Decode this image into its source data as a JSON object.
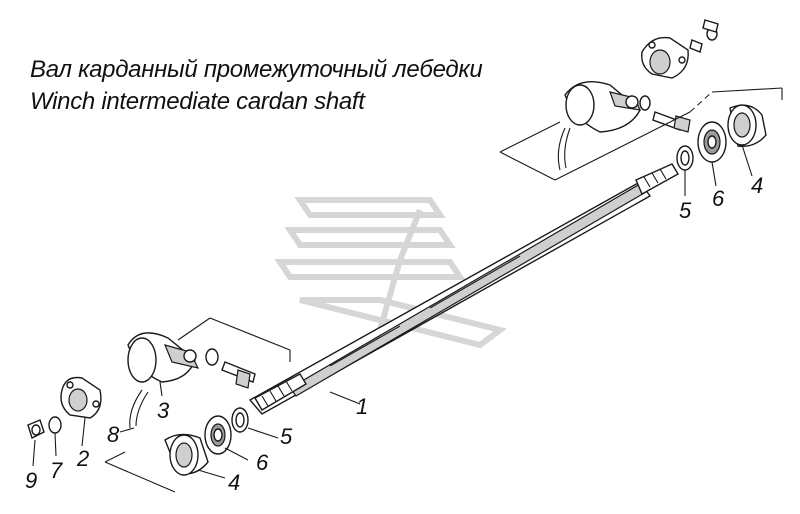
{
  "title": {
    "line_ru": "Вал карданный промежуточный лебедки",
    "line_en": "Winch intermediate cardan shaft"
  },
  "callouts": {
    "c1": "1",
    "c2": "2",
    "c3": "3",
    "c4_left": "4",
    "c4_right": "4",
    "c5_left": "5",
    "c5_right": "5",
    "c6_left": "6",
    "c6_right": "6",
    "c7": "7",
    "c8": "8",
    "c9": "9"
  },
  "colors": {
    "ink": "#1a1a1a",
    "watermark": "#d6d6d6"
  }
}
